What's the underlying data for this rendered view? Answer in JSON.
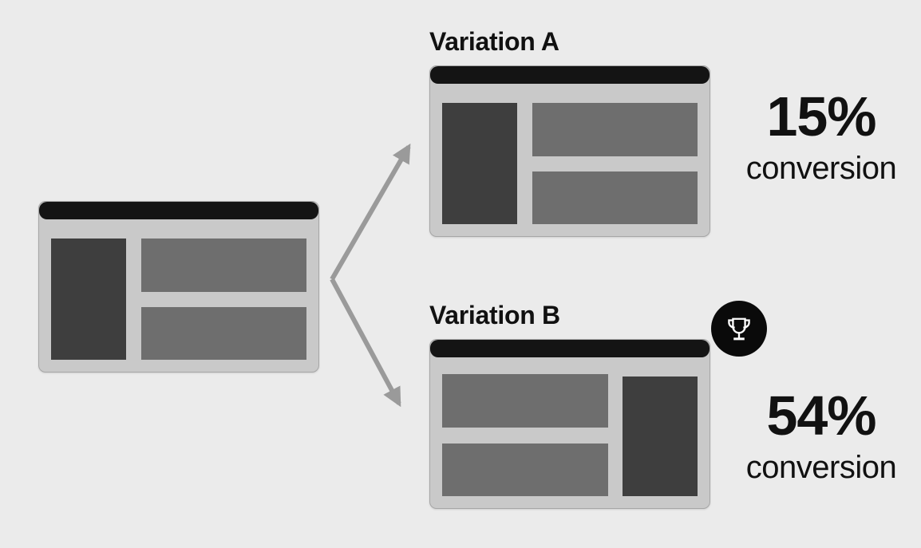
{
  "original": {
    "name": "original-page"
  },
  "variations": [
    {
      "label": "Variation A",
      "conversion_value": "15%",
      "conversion_label": "conversion",
      "layout": "sidebar-left",
      "winner": false
    },
    {
      "label": "Variation B",
      "conversion_value": "54%",
      "conversion_label": "conversion",
      "layout": "sidebar-right",
      "winner": true
    }
  ],
  "icons": {
    "winner_badge": "trophy-icon"
  },
  "colors": {
    "background": "#ebebeb",
    "card_body": "#c9c9c9",
    "card_border": "#a6a6a6",
    "browser_bar": "#141414",
    "dark_block": "#3e3e3e",
    "gray_block": "#6e6e6e",
    "arrow": "#9a9a9a",
    "badge_bg": "#0a0a0a",
    "badge_glyph": "#ffffff",
    "text": "#111111"
  }
}
